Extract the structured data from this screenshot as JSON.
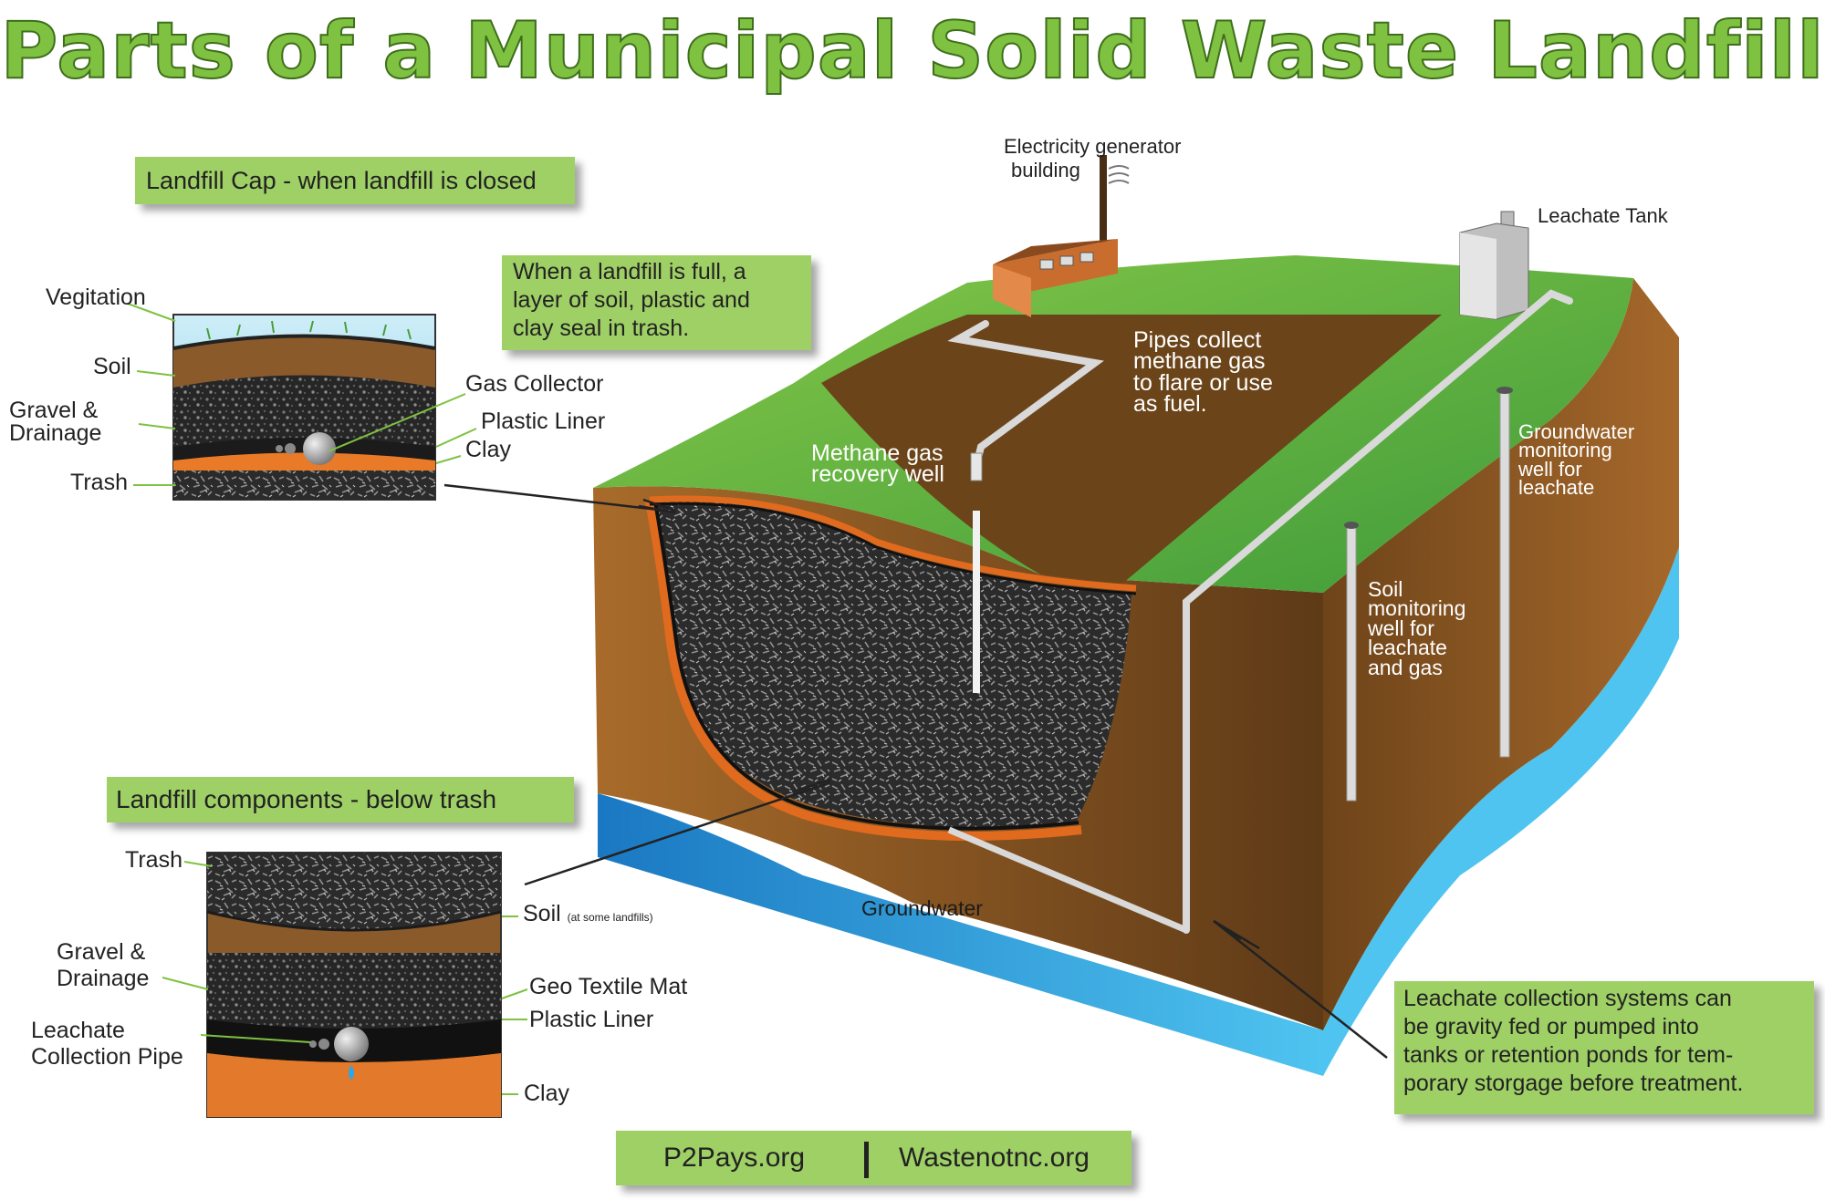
{
  "title": "Parts of a Municipal Solid Waste Landfill",
  "cap_box": "Landfill Cap - when landfill is closed",
  "full_box": [
    "When a landfill is full, a",
    "layer of soil, plastic and",
    "clay seal in trash."
  ],
  "cap_inset": {
    "vegetation": "Vegitation",
    "soil": "Soil",
    "gravel": [
      "Gravel &",
      "Drainage"
    ],
    "trash": "Trash",
    "gas_collector": "Gas Collector",
    "plastic_liner": "Plastic Liner",
    "clay": "Clay"
  },
  "main": {
    "electricity": [
      "Electricity generator",
      "building"
    ],
    "leachate_tank": "Leachate Tank",
    "pipes_collect": [
      "Pipes collect",
      "methane gas",
      "to flare or use",
      "as fuel."
    ],
    "methane_well": [
      "Methane gas",
      "recovery well"
    ],
    "gw_monitoring": [
      "Groundwater",
      "monitoring",
      "well for",
      "leachate"
    ],
    "soil_monitoring": [
      "Soil",
      "monitoring",
      "well for",
      "leachate",
      "and gas"
    ],
    "groundwater": "Groundwater"
  },
  "below_box": "Landfill components - below trash",
  "below_inset": {
    "trash": "Trash",
    "soil": "Soil",
    "soil_note": "(at some landfills)",
    "gravel": [
      "Gravel &",
      "Drainage"
    ],
    "pipe": [
      "Leachate",
      "Collection Pipe"
    ],
    "geo": "Geo Textile Mat",
    "plastic_liner": "Plastic Liner",
    "clay": "Clay"
  },
  "leachate_box": [
    "Leachate collection systems can",
    "be gravity fed or pumped into",
    "tanks or retention ponds for tem-",
    "porary storgage before treatment."
  ],
  "footer": {
    "left": "P2Pays.org",
    "right": "Wastenotnc.org"
  },
  "colors": {
    "title_green": "#7fc241",
    "box_green": "#9fd066",
    "grass": "#7cc243",
    "soil_brown": "#8b5a2b",
    "water": "#3aaee5"
  }
}
